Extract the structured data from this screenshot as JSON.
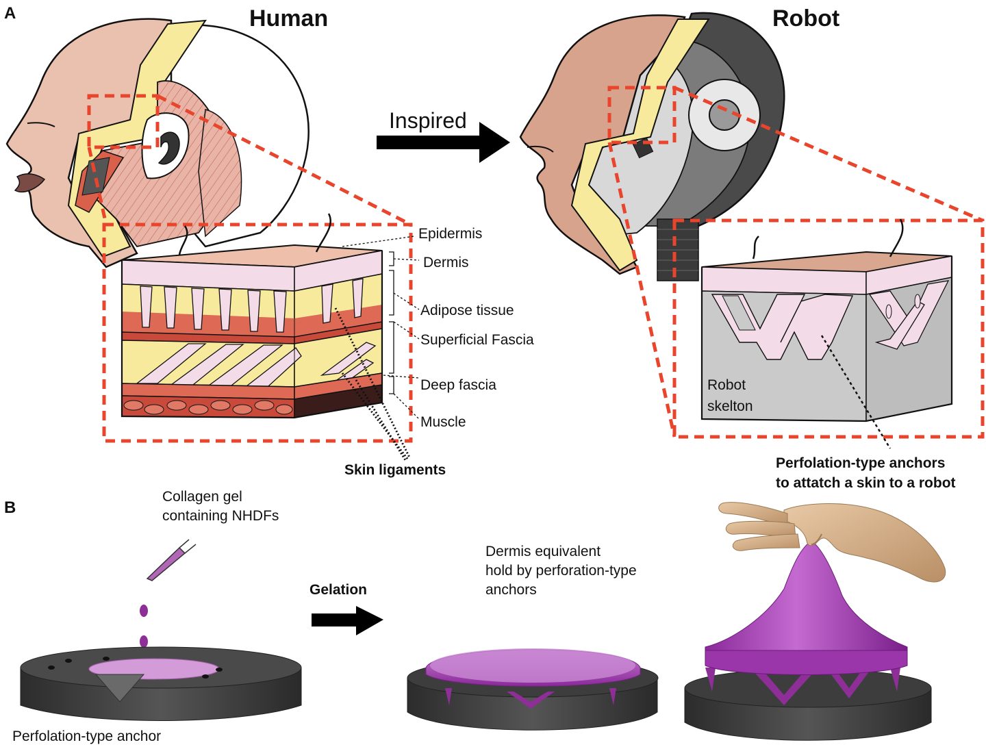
{
  "panel_a": {
    "letter": "A",
    "human_title": "Human",
    "robot_title": "Robot",
    "arrow_label": "Inspired",
    "layers": [
      "Epidermis",
      "Dermis",
      "Adipose tissue",
      "Superficial Fascia",
      "Deep fascia",
      "Muscle"
    ],
    "skin_ligaments": "Skin ligaments",
    "robot_skeleton": "Robot\nskelton",
    "anchors_caption": "Perfolation-type anchors\nto attatch a skin to a robot"
  },
  "panel_b": {
    "letter": "B",
    "collagen": "Collagen gel\ncontaining NHDFs",
    "gelation": "Gelation",
    "dermis_equivalent": "Dermis equivalent\nhold by perforation-type\nanchors",
    "anchor_label": "Perfolation-type anchor"
  },
  "colors": {
    "skin": "#e8bba7",
    "skin_robot": "#d7a38d",
    "fat_yellow": "#f5e79b",
    "muscle_red": "#d9604a",
    "ligament_pink": "#f4dbe8",
    "red_dash": "#e8452c",
    "robot_gray": "#bdbdbd",
    "robot_dark": "#4a4a4a",
    "purple_gel": "#a13fb0",
    "hand": "#d8b48e"
  }
}
